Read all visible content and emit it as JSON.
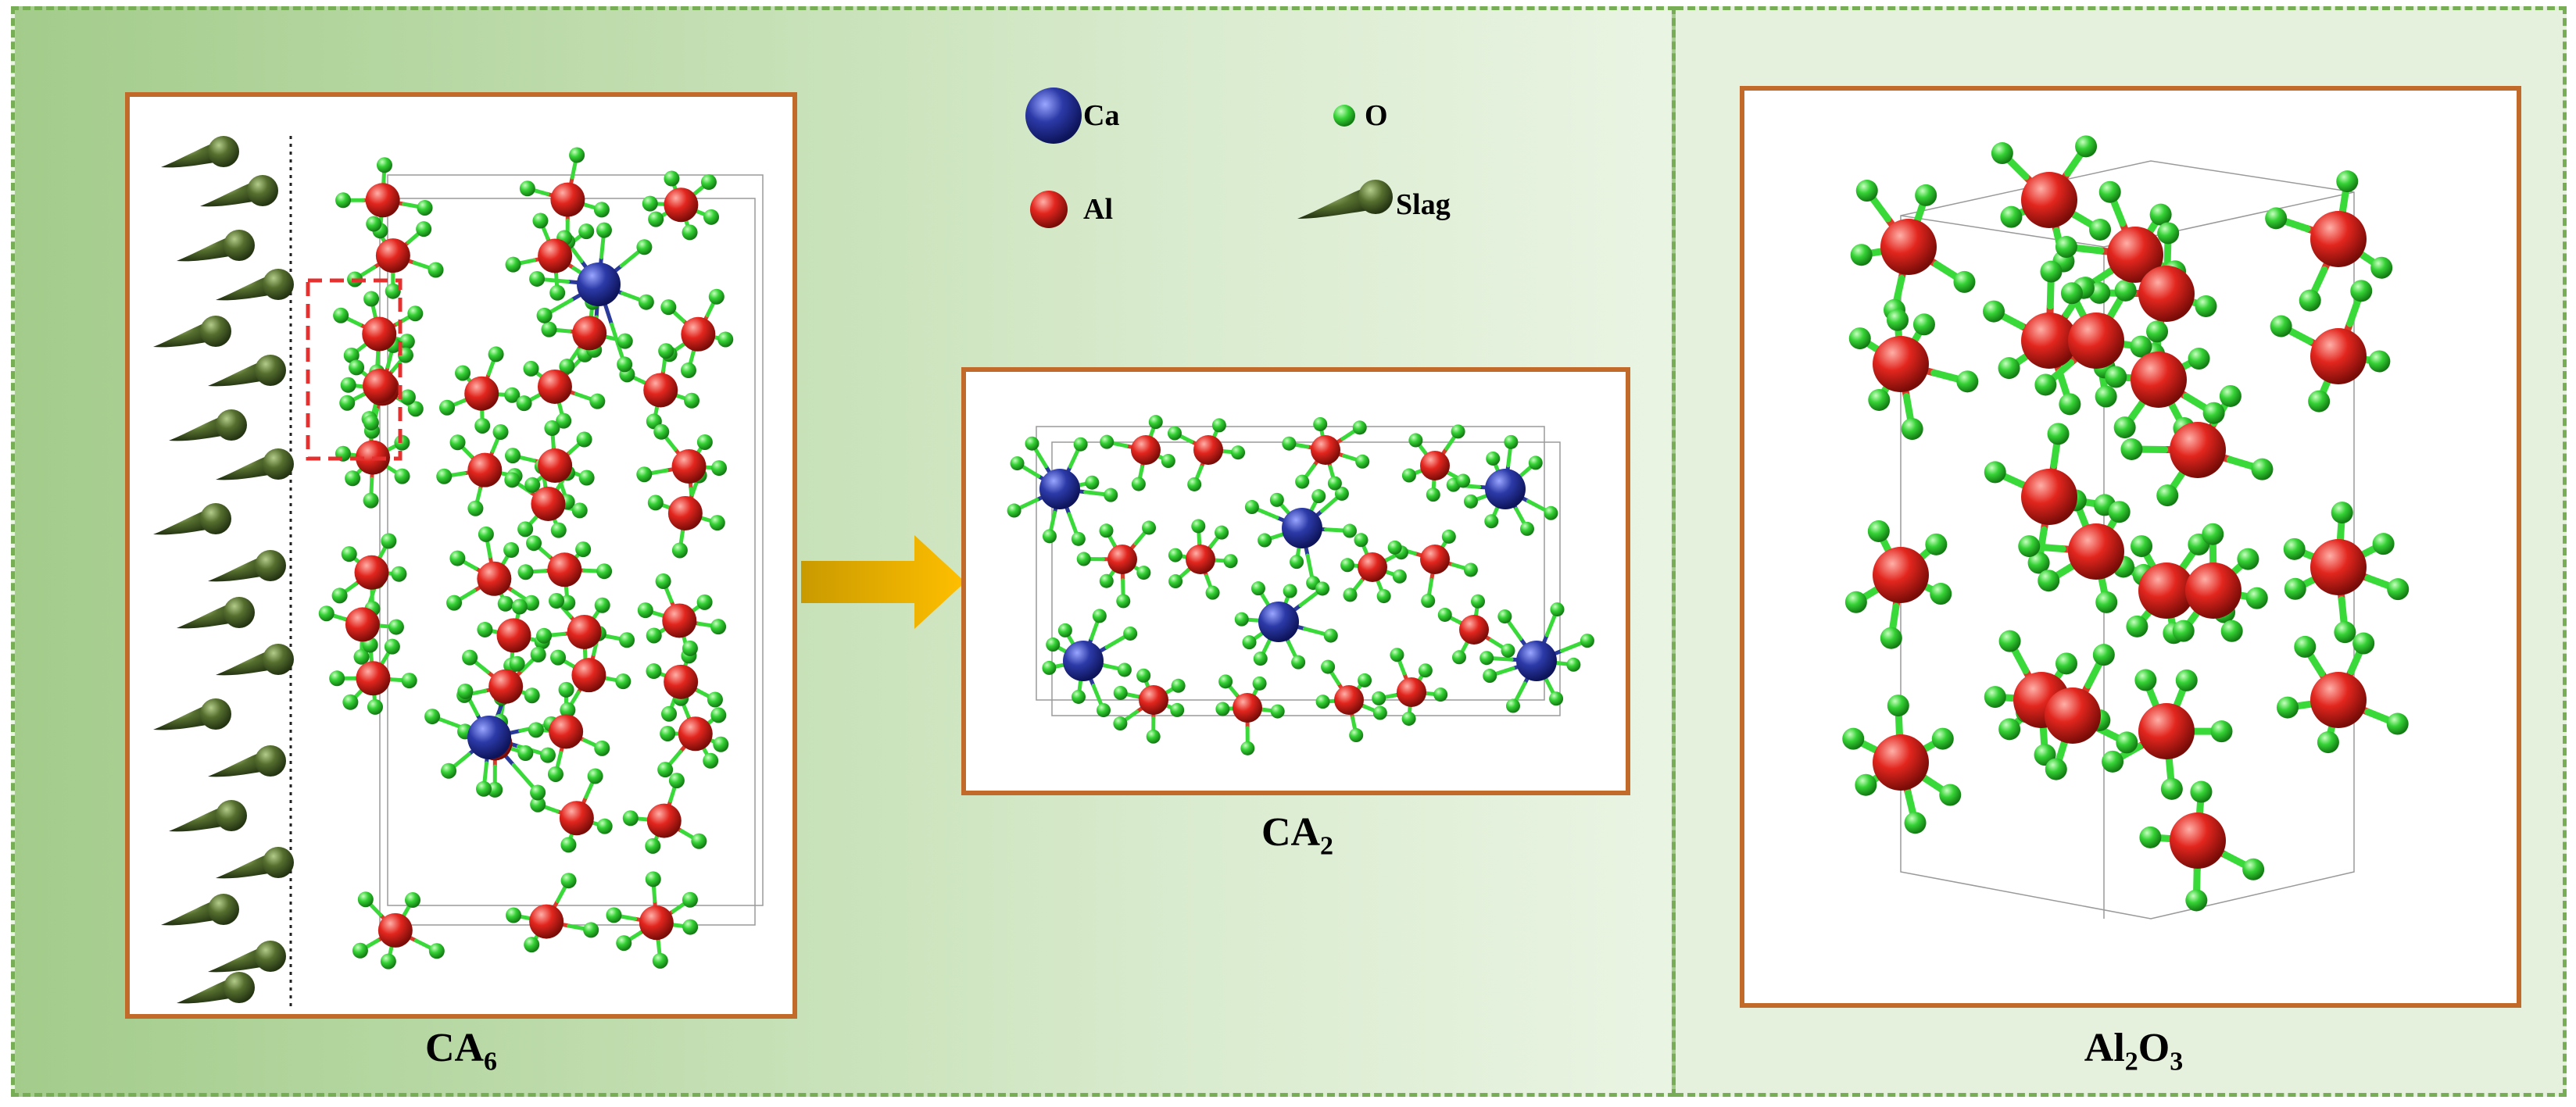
{
  "legend": {
    "items": [
      {
        "symbol": "Ca",
        "label": "Ca",
        "color": "#1c2a9a"
      },
      {
        "symbol": "O",
        "label": "O",
        "color": "#3ad93a"
      },
      {
        "symbol": "Al",
        "label": "Al",
        "color": "#e3231e"
      },
      {
        "symbol": "Slag",
        "label": "Slag",
        "color": "#4e6e2c"
      }
    ]
  },
  "structures": {
    "ca6": {
      "label_main": "CA",
      "label_sub": "6"
    },
    "ca2": {
      "label_main": "CA",
      "label_sub": "2"
    },
    "al2o3": {
      "label_a": "Al",
      "label_sub1": "2",
      "label_b": "O",
      "label_sub2": "3"
    }
  },
  "colors": {
    "bond_o": "#3ad93a",
    "bond_al": "#d93a2a",
    "bond_ca": "#2a3a9a",
    "frame_border": "#c26a2a",
    "panel_dash": "#76ad55",
    "arrow": "#f0b000",
    "selection_box": "#e53030"
  }
}
